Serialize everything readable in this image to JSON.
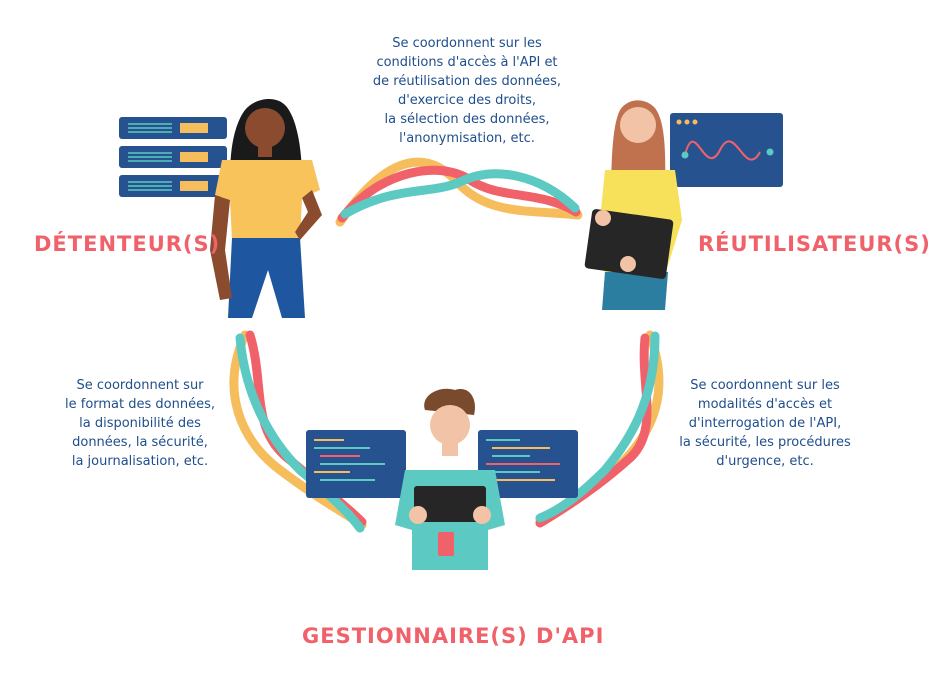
{
  "roles": {
    "holders": "DÉTENTEUR(S)",
    "reusers": "RÉUTILISATEUR(S)",
    "api_managers": "GESTIONNAIRE(S) D'API"
  },
  "descriptions": {
    "top": [
      "Se coordonnent sur les",
      "conditions d'accès à l'API et",
      "de réutilisation des données,",
      "d'exercice des droits,",
      "la sélection des données,",
      "l'anonymisation, etc."
    ],
    "left": [
      "Se coordonnent sur",
      "le format des données,",
      "la disponibilité des",
      "données, la sécurité,",
      "la journalisation, etc."
    ],
    "right": [
      "Se coordonnent sur les",
      "modalités d'accès et",
      "d'interrogation de l'API,",
      "la sécurité, les procédures",
      "d'urgence, etc."
    ]
  },
  "colors": {
    "title": "#f0616a",
    "text": "#1f4e8c",
    "ribbon_red": "#f0616a",
    "ribbon_teal": "#5cc9c2",
    "ribbon_yellow": "#f6bd5d",
    "panel": "#26528f"
  },
  "icons": [
    "server-icon",
    "chart-screen-icon",
    "code-screen-icon",
    "tablet-icon",
    "laptop-icon",
    "badge-icon"
  ]
}
